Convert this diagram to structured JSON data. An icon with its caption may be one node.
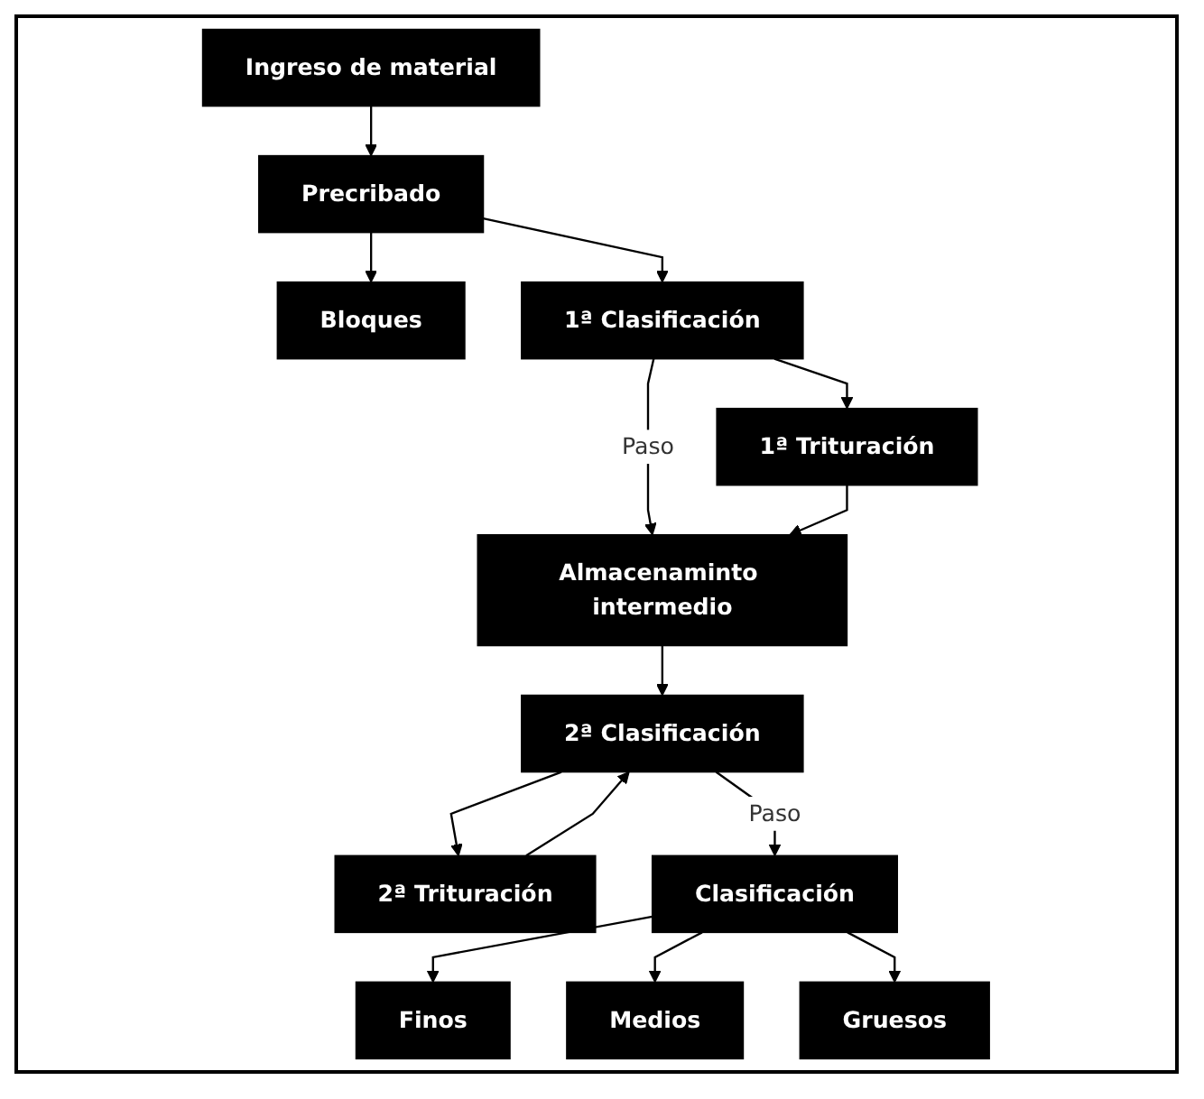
{
  "diagram": {
    "nodes": [
      {
        "text": [
          "Ingreso de material"
        ]
      },
      {
        "text": [
          "Precribado"
        ]
      },
      {
        "text": [
          "Bloques"
        ]
      },
      {
        "text": [
          "1ª Clasificación"
        ]
      },
      {
        "text": [
          "1ª Trituración"
        ]
      },
      {
        "text": [
          "Almacenaminto intermedio"
        ]
      },
      {
        "text": [
          "2ª Clasificación"
        ]
      },
      {
        "text": [
          "2ª Trituración"
        ]
      },
      {
        "text": [
          "Clasificación"
        ]
      },
      {
        "text": [
          "Finos"
        ]
      },
      {
        "text": [
          "Medios"
        ]
      },
      {
        "text": [
          "Gruesos"
        ]
      }
    ],
    "edges": [
      {
        "from": 0,
        "to": 1,
        "arrow": "to"
      },
      {
        "from": 1,
        "to": 2,
        "arrow": "to"
      },
      {
        "from": 1,
        "to": 3,
        "arrow": "to"
      },
      {
        "from": 3,
        "to": 4,
        "arrow": "to"
      },
      {
        "from": 3,
        "to": 5,
        "arrow": "to",
        "label": "Paso"
      },
      {
        "from": 4,
        "to": 5,
        "arrow": "to"
      },
      {
        "from": 5,
        "to": 6,
        "arrow": "to"
      },
      {
        "from": 6,
        "to": 7,
        "arrow": "to"
      },
      {
        "from": 7,
        "to": 6,
        "arrow": "to"
      },
      {
        "from": 6,
        "to": 8,
        "arrow": "to",
        "label": "Paso"
      },
      {
        "from": 8,
        "to": 9,
        "arrow": "to"
      },
      {
        "from": 8,
        "to": 10,
        "arrow": "to"
      },
      {
        "from": 8,
        "to": 11,
        "arrow": "to"
      }
    ]
  }
}
